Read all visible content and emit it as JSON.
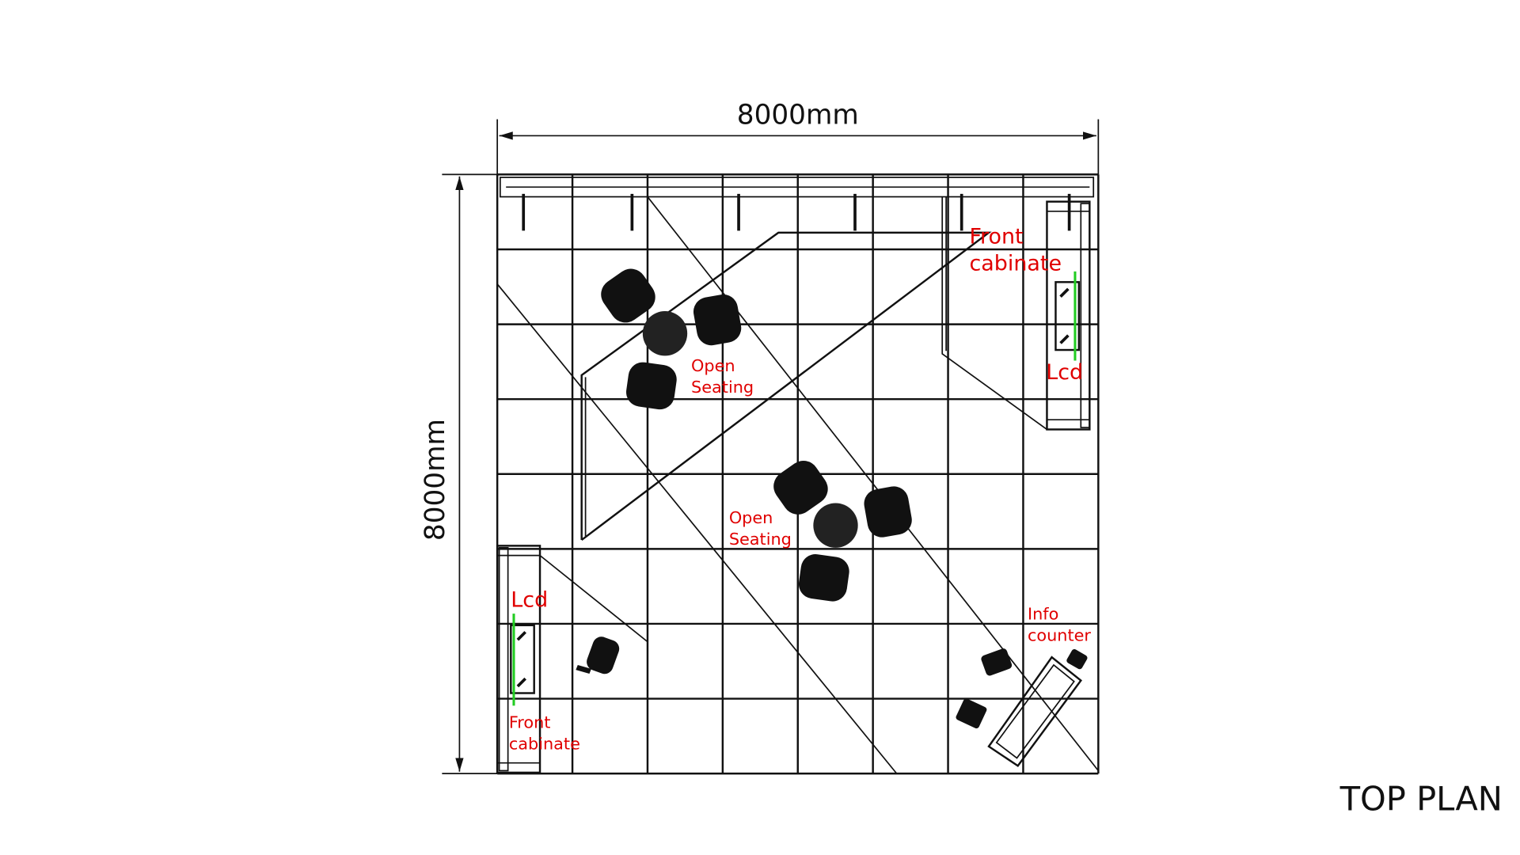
{
  "dimensions": {
    "width_label": "8000mm",
    "height_label": "8000mm"
  },
  "title": "TOP PLAN",
  "labels": {
    "front_cabinet_right": [
      "Front",
      "cabinate"
    ],
    "lcd_right": "Lcd",
    "open_seating_1": [
      "Open",
      "Seating"
    ],
    "open_seating_2": [
      "Open",
      "Seating"
    ],
    "lcd_left": "Lcd",
    "front_cabinet_left": [
      "Front",
      "cabinate"
    ],
    "info_counter": [
      "Info",
      "counter"
    ]
  },
  "colors": {
    "label": "#e00000",
    "lcd": "#22cc22",
    "line": "#111111"
  }
}
